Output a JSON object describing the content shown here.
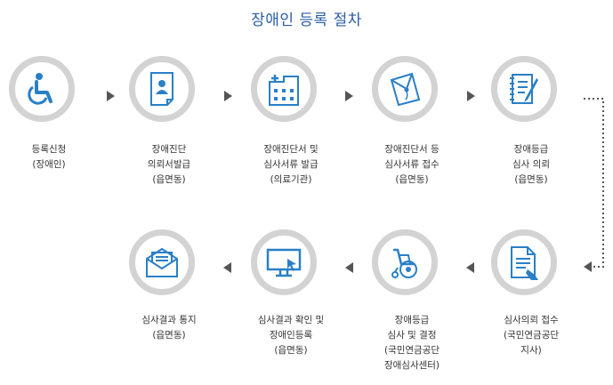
{
  "title": "장애인 등록 절차",
  "colors": {
    "accent": "#2a5da8",
    "ring": "#d3d3d3",
    "arrow": "#555555"
  },
  "steps": [
    {
      "icon": "wheelchair-person-icon",
      "lines": [
        "등록신청",
        "(장애인)"
      ]
    },
    {
      "icon": "medical-certificate-icon",
      "lines": [
        "장애진단",
        "의뢰서발급",
        "(읍면동)"
      ]
    },
    {
      "icon": "hospital-icon",
      "lines": [
        "장애진단서 및",
        "심사서류 발급",
        "(의료기관)"
      ]
    },
    {
      "icon": "envelope-document-icon",
      "lines": [
        "장애진단서 등",
        "심사서류 접수",
        "(읍면동)"
      ]
    },
    {
      "icon": "notebook-pen-icon",
      "lines": [
        "장애등급",
        "심사 의뢰",
        "(읍면동)"
      ]
    },
    {
      "icon": "document-hand-icon",
      "lines": [
        "심사의뢰 접수",
        "(국민연금공단",
        "지사)"
      ]
    },
    {
      "icon": "wheelchair-icon",
      "lines": [
        "장애등급",
        "심사 및 결정",
        "(국민연금공단",
        "장애심사센터)"
      ]
    },
    {
      "icon": "monitor-cursor-icon",
      "lines": [
        "심사결과 확인 및",
        "장애인등록",
        "(읍면동)"
      ]
    },
    {
      "icon": "mail-open-icon",
      "lines": [
        "심사결과 통지",
        "(읍면동)"
      ]
    }
  ]
}
